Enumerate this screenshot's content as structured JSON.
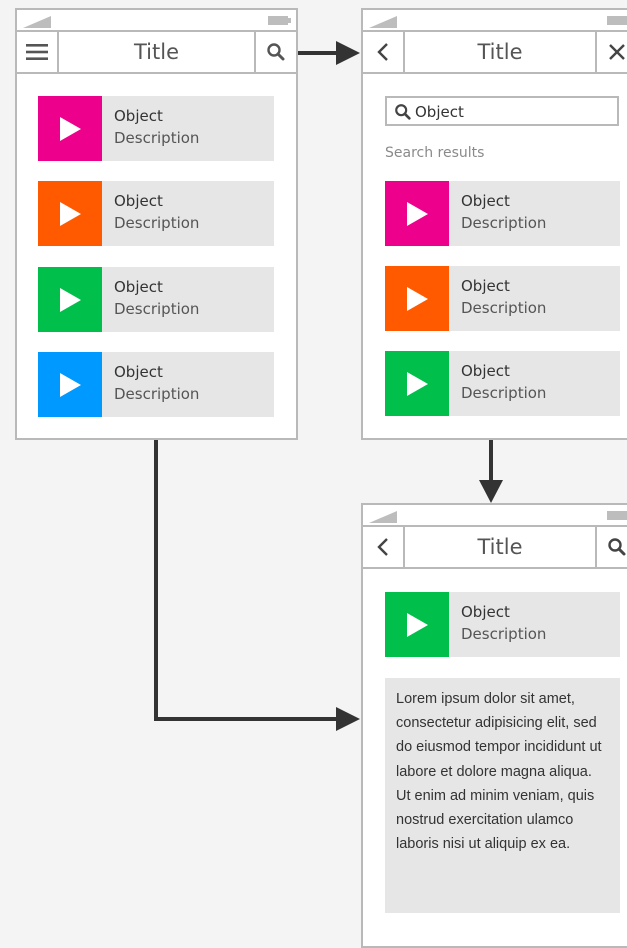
{
  "screens": {
    "list": {
      "title": "Title",
      "icons": {
        "left": "hamburger-menu-icon",
        "right": "search-icon"
      },
      "items": [
        {
          "title": "Object",
          "description": "Description",
          "color": "#ec008c"
        },
        {
          "title": "Object",
          "description": "Description",
          "color": "#ff5a00"
        },
        {
          "title": "Object",
          "description": "Description",
          "color": "#00c04b"
        },
        {
          "title": "Object",
          "description": "Description",
          "color": "#0099ff"
        }
      ]
    },
    "search": {
      "title": "Title",
      "icons": {
        "left": "back-chevron-icon",
        "right": "close-icon"
      },
      "search_value": "Object",
      "results_label": "Search results",
      "items": [
        {
          "title": "Object",
          "description": "Description",
          "color": "#ec008c"
        },
        {
          "title": "Object",
          "description": "Description",
          "color": "#ff5a00"
        },
        {
          "title": "Object",
          "description": "Description",
          "color": "#00c04b"
        }
      ]
    },
    "detail": {
      "title": "Title",
      "icons": {
        "left": "back-chevron-icon",
        "right": "search-icon"
      },
      "item": {
        "title": "Object",
        "description": "Description",
        "color": "#00c04b"
      },
      "body": "Lorem ipsum dolor sit amet, consectetur adipisicing elit, sed do eiusmod tempor incididunt ut labore et dolore magna aliqua. Ut enim ad minim veniam, quis nostrud exercitation ulamco laboris nisi ut aliquip ex ea."
    }
  },
  "colors": {
    "frame": "#b9b9b9",
    "card": "#e6e6e6",
    "arrow": "#333333",
    "background": "#f4f4f4"
  }
}
